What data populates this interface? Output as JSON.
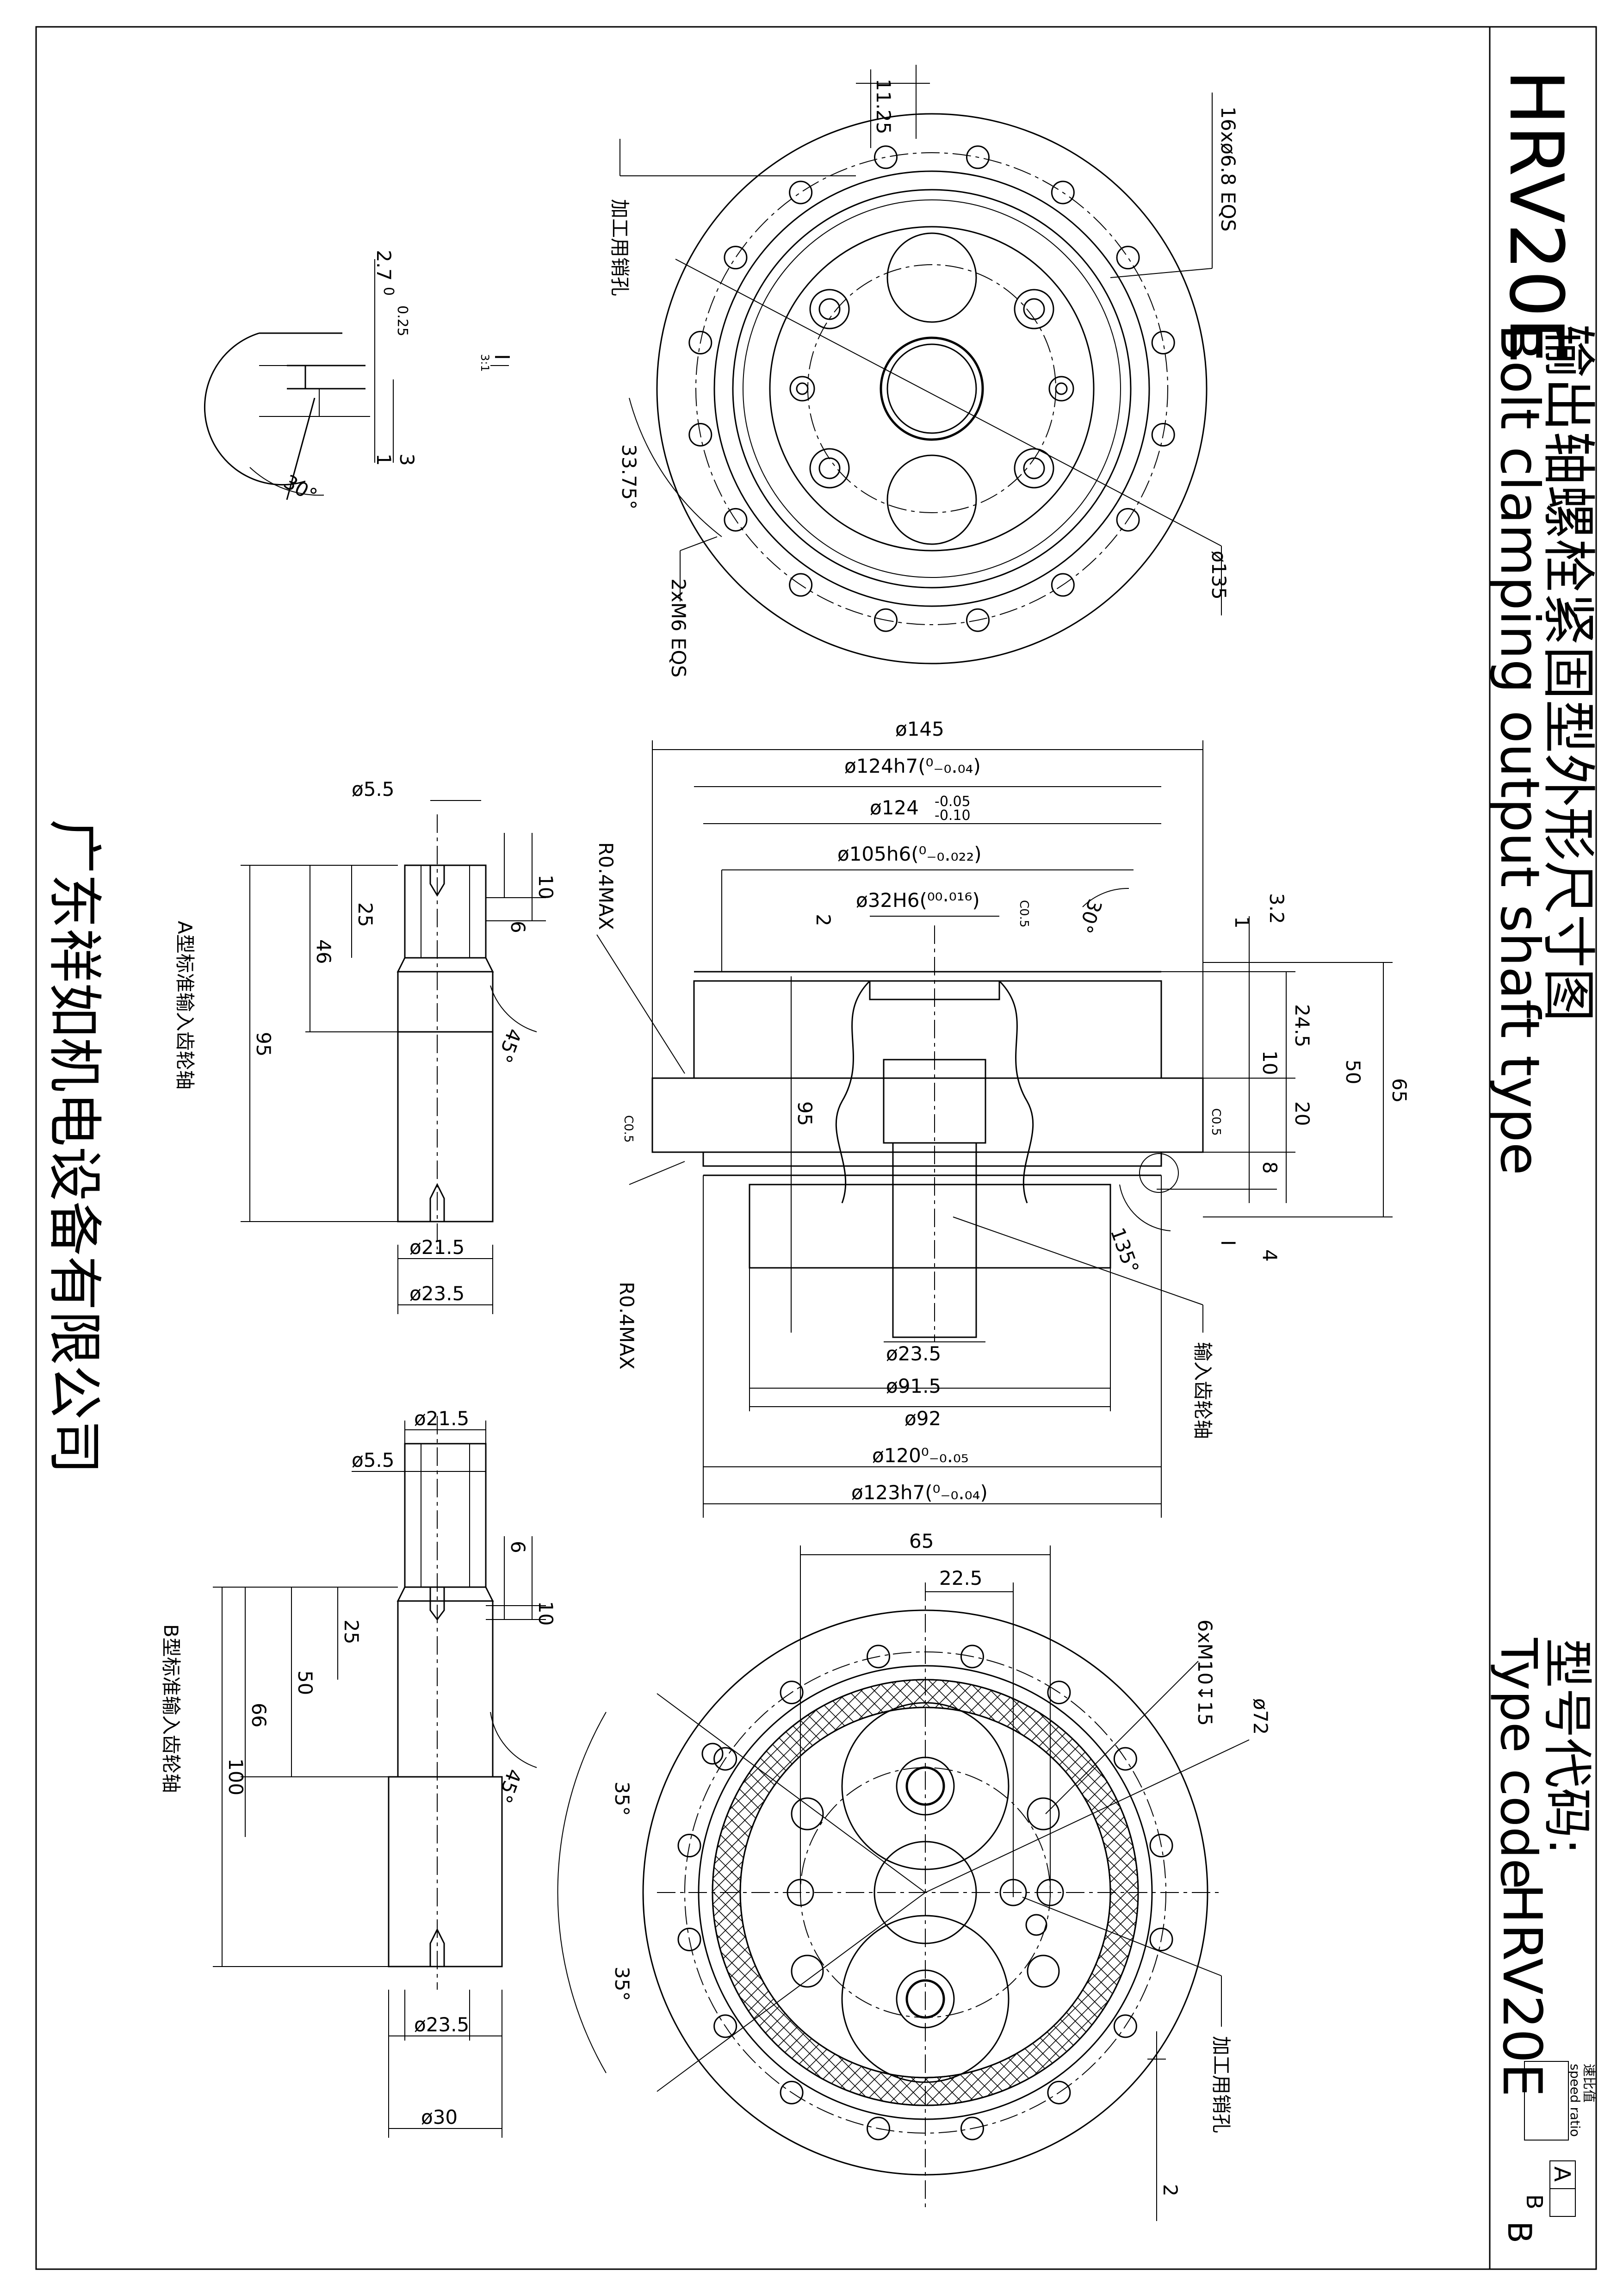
{
  "title_block": {
    "model_big": "HRV20E",
    "title_cn": "输出轴螺栓紧固型外形尺寸图",
    "title_en": "Bolt clamping output shaft type",
    "type_code_cn": "型号代码:",
    "type_code_en": "Type code",
    "type_code_value": "HRV20E",
    "speed_ratio_cn": "速比值",
    "speed_ratio_en": "speed ratio",
    "shaft_a": "A",
    "shaft_b": "B"
  },
  "company": "广东祥如机电设备有限公司",
  "top_view": {
    "pin_hole_label": "加工用销孔",
    "bolt_holes": "16xø6.8 EQS",
    "tap_holes": "2xM6 EQS",
    "dim_pitch": "ø135",
    "angle": "33.75°",
    "offset": "11.25"
  },
  "detail_I": {
    "label": "I",
    "scale": "3:1",
    "depth": "2.7",
    "depth_tol_upper": "0.25",
    "depth_tol_lower": "0",
    "dim_1": "1",
    "dim_3": "3",
    "angle": "30°"
  },
  "section_view": {
    "d145": "ø145",
    "d124h7": "ø124h7(⁰₋₀.₀₄)",
    "d124": "ø124",
    "d124_tol_upper": "-0.05",
    "d124_tol_lower": "-0.10",
    "d105h6": "ø105h6(⁰₋₀.₀₂₂)",
    "d32H6": "ø32H6(⁰⁰·⁰¹⁶)",
    "c05_top": "C0.5",
    "angle30": "30°",
    "r04_top": "R0.4MAX",
    "r04_bottom": "R0.4MAX",
    "c05_left": "C0.5",
    "c05_right": "C0.5",
    "dim_2": "2",
    "dim_95": "95",
    "dim_3_2": "3.2",
    "dim_1": "1",
    "dim_24_5": "24.5",
    "dim_10": "10",
    "dim_20": "20",
    "dim_8": "8",
    "dim_50": "50",
    "dim_65": "65",
    "dim_4": "4",
    "angle135": "135°",
    "detail_ref": "I",
    "d23_5": "ø23.5",
    "d91_5": "ø91.5",
    "d92": "ø92",
    "d120": "ø120⁰₋₀.₀₅",
    "d123h7": "ø123h7(⁰₋₀.₀₄)",
    "input_shaft_label": "输入齿轮轴"
  },
  "shaft_a": {
    "d5_5": "ø5.5",
    "dim_10": "10",
    "dim_6": "6",
    "dim_25": "25",
    "dim_46": "46",
    "dim_95": "95",
    "angle45": "45°",
    "d21_5": "ø21.5",
    "d23_5": "ø23.5",
    "label": "A型标准输入齿轮轴"
  },
  "shaft_b": {
    "d21_5": "ø21.5",
    "d5_5": "ø5.5",
    "dim_6": "6",
    "dim_10": "10",
    "dim_25": "25",
    "dim_50": "50",
    "dim_66": "66",
    "dim_100": "100",
    "angle45": "45°",
    "d23_5": "ø23.5",
    "d30": "ø30",
    "label": "B型标准输入齿轮轴"
  },
  "bottom_view": {
    "dim_65": "65",
    "dim_22_5": "22.5",
    "tap": "6xM10↧15",
    "d72": "ø72",
    "angle35a": "35°",
    "angle35b": "35°",
    "pin_hole_label": "加工用销孔",
    "dim_2": "2"
  }
}
